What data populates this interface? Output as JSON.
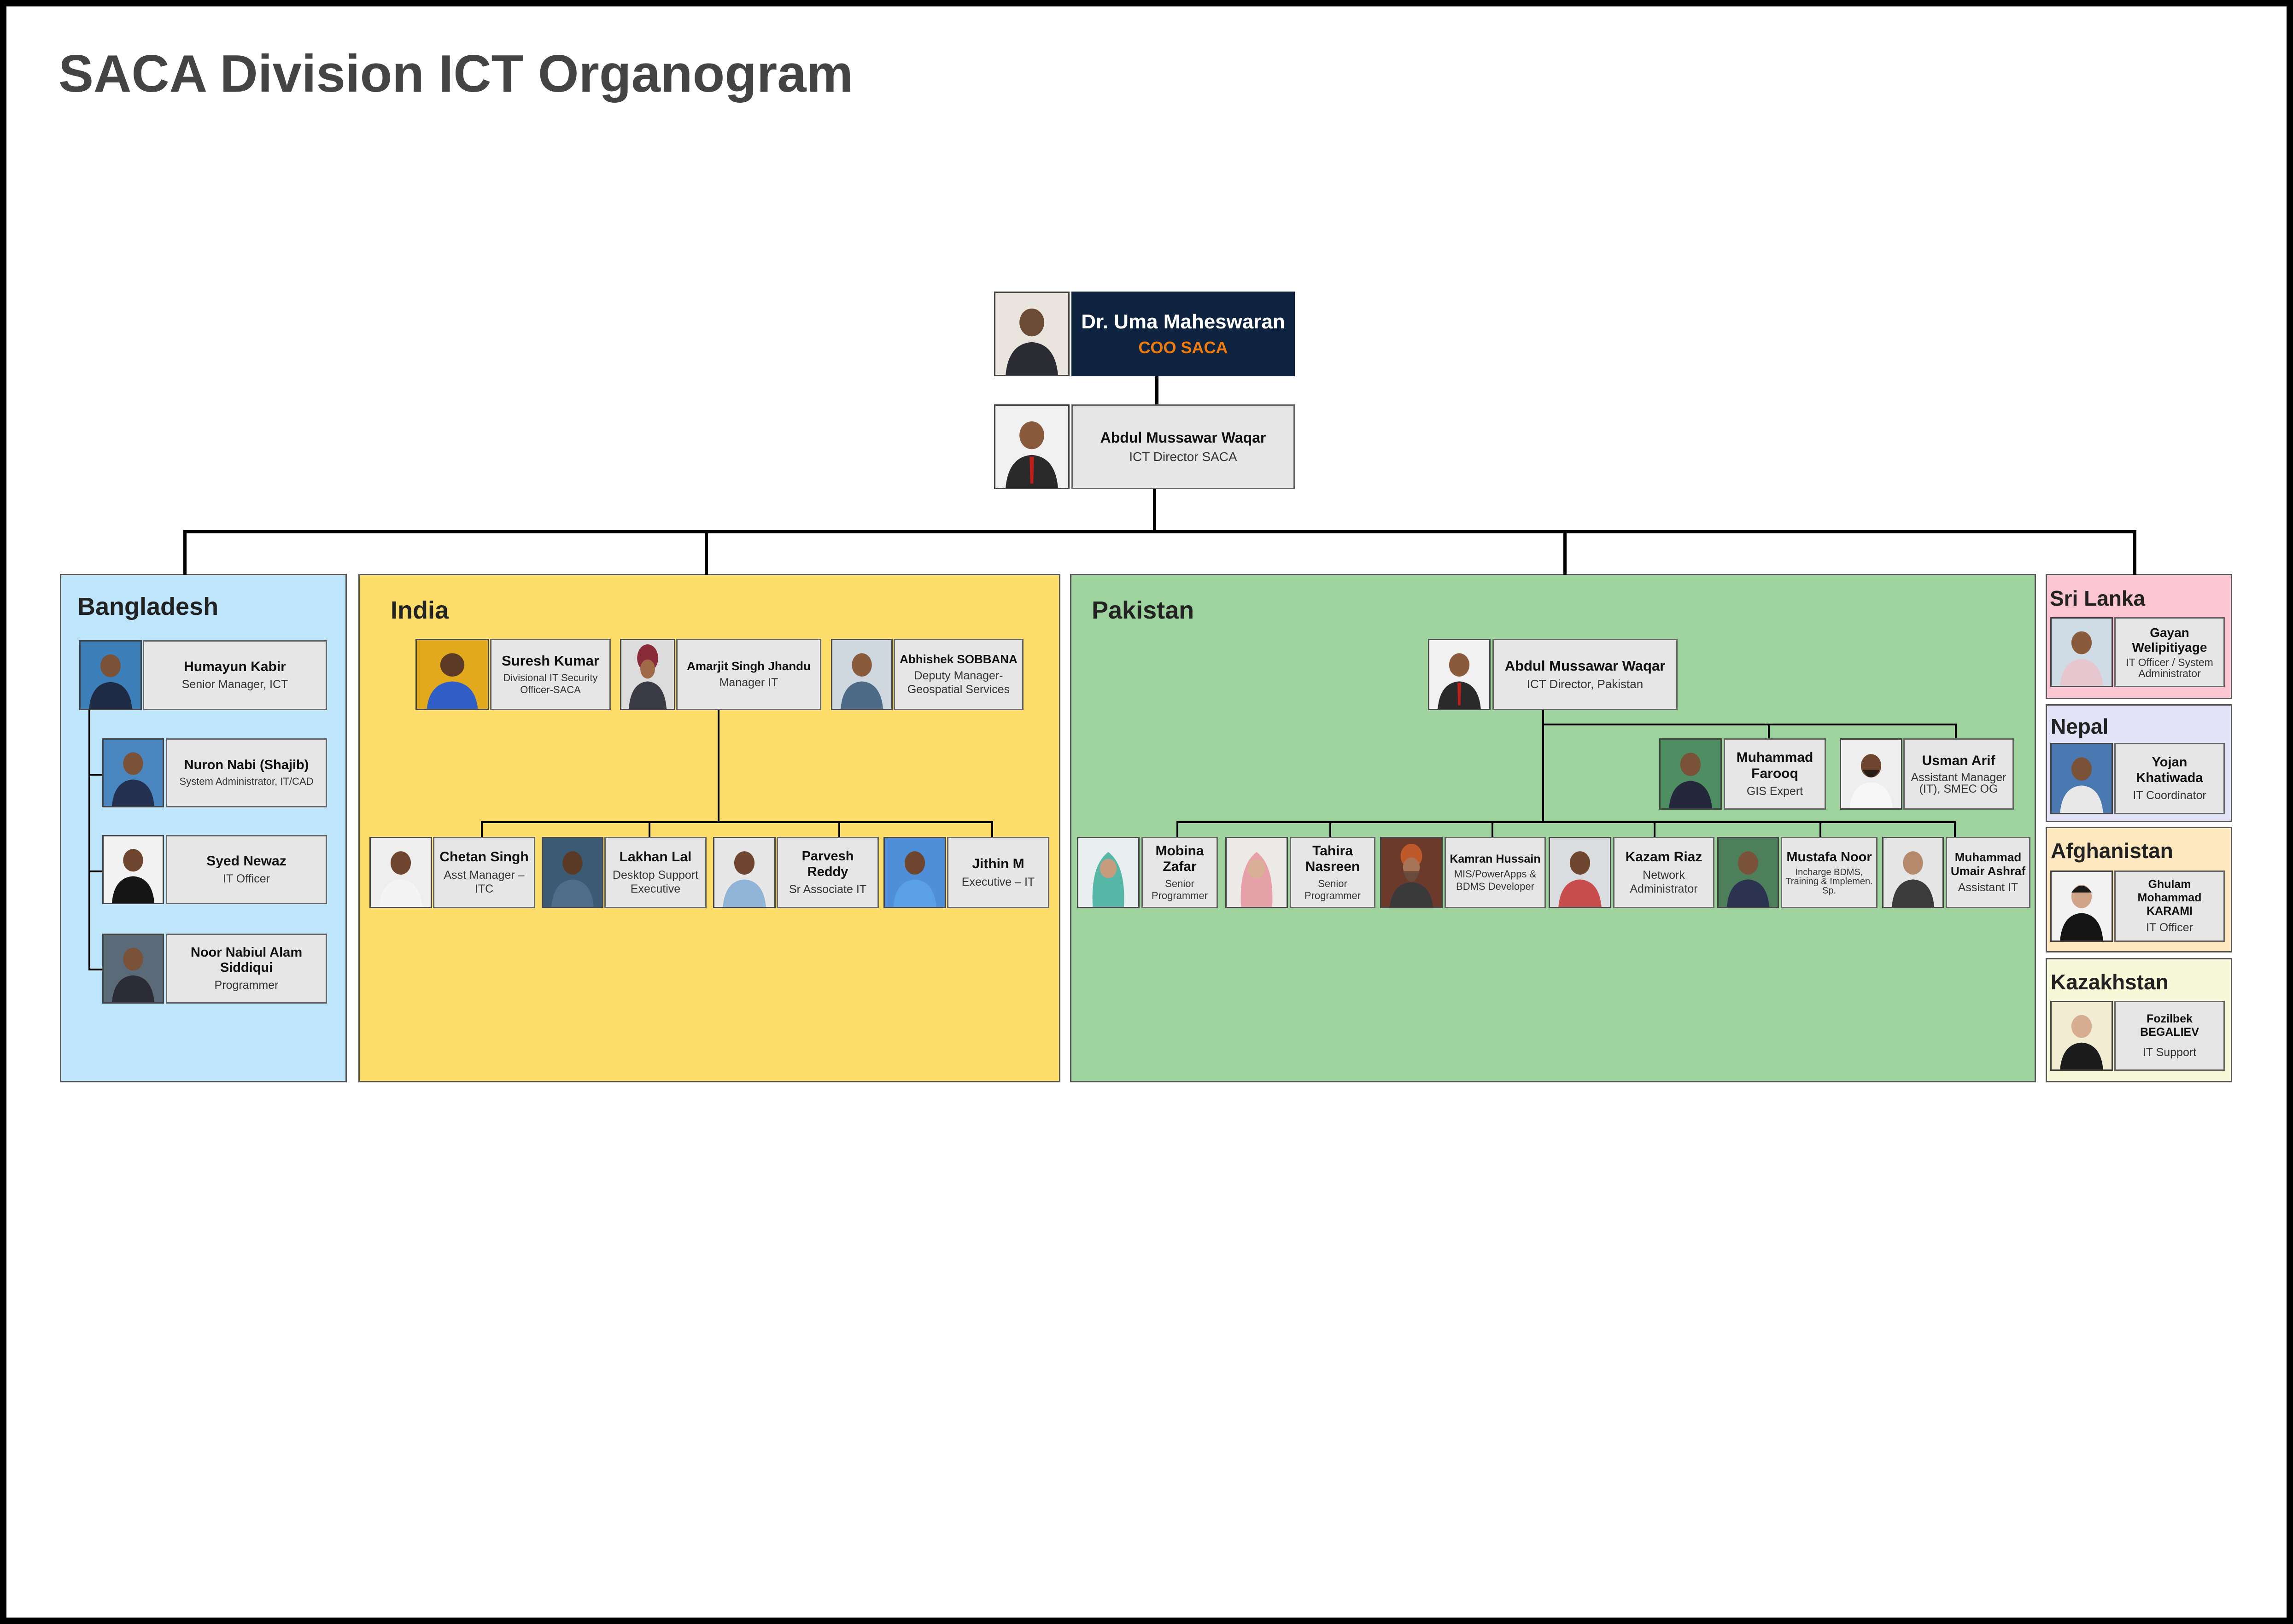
{
  "title": "SACA Division ICT Organogram",
  "colors": {
    "bangladesh": "#bfe5fb",
    "india": "#fdde6a",
    "pakistan": "#9fd39d",
    "srilanka": "#fbc6d1",
    "nepal": "#e3e3f7",
    "afghanistan": "#fde8bf",
    "kazakhstan": "#f7f8d8",
    "top_card": "#0d2340",
    "accent": "#f07c0e"
  },
  "top": {
    "name": "Dr. Uma Maheswaran",
    "role": "COO SACA"
  },
  "director": {
    "name": "Abdul Mussawar Waqar",
    "role": "ICT Director SACA"
  },
  "regions": {
    "bangladesh": {
      "title": "Bangladesh",
      "people": [
        {
          "name": "Humayun Kabir",
          "role": "Senior Manager, ICT"
        },
        {
          "name": "Nuron Nabi (Shajib)",
          "role": "System Administrator, IT/CAD"
        },
        {
          "name": "Syed Newaz",
          "role": "IT Officer"
        },
        {
          "name": "Noor Nabiul Alam Siddiqui",
          "role": "Programmer"
        }
      ]
    },
    "india": {
      "title": "India",
      "people": [
        {
          "name": "Suresh Kumar",
          "role": "Divisional IT Security Officer-SACA"
        },
        {
          "name": "Amarjit Singh Jhandu",
          "role": "Manager IT"
        },
        {
          "name": "Abhishek SOBBANA",
          "role": "Deputy Manager-Geospatial Services"
        },
        {
          "name": "Chetan Singh",
          "role": "Asst Manager – ITC"
        },
        {
          "name": "Lakhan Lal",
          "role": "Desktop Support Executive"
        },
        {
          "name": "Parvesh Reddy",
          "role": "Sr Associate IT"
        },
        {
          "name": "Jithin M",
          "role": "Executive – IT"
        }
      ]
    },
    "pakistan": {
      "title": "Pakistan",
      "people": [
        {
          "name": "Abdul Mussawar Waqar",
          "role": "ICT Director, Pakistan"
        },
        {
          "name": "Muhammad Farooq",
          "role": "GIS Expert"
        },
        {
          "name": "Usman Arif",
          "role": "Assistant Manager (IT), SMEC OG"
        },
        {
          "name": "Mobina Zafar",
          "role": "Senior Programmer"
        },
        {
          "name": "Tahira Nasreen",
          "role": "Senior Programmer"
        },
        {
          "name": "Kamran Hussain",
          "role": "MIS/PowerApps & BDMS Developer"
        },
        {
          "name": "Kazam Riaz",
          "role": "Network Administrator"
        },
        {
          "name": "Mustafa Noor",
          "role": "Incharge BDMS, Training & Implemen. Sp."
        },
        {
          "name": "Muhammad Umair Ashraf",
          "role": "Assistant IT"
        }
      ]
    },
    "srilanka": {
      "title": "Sri Lanka",
      "people": [
        {
          "name": "Gayan Welipitiyage",
          "role": "IT Officer / System Administrator"
        }
      ]
    },
    "nepal": {
      "title": "Nepal",
      "people": [
        {
          "name": "Yojan Khatiwada",
          "role": "IT Coordinator"
        }
      ]
    },
    "afghanistan": {
      "title": "Afghanistan",
      "people": [
        {
          "name": "Ghulam Mohammad KARAMI",
          "role": "IT Officer"
        }
      ]
    },
    "kazakhstan": {
      "title": "Kazakhstan",
      "people": [
        {
          "name": "Fozilbek BEGALIEV",
          "role": "IT Support"
        }
      ]
    }
  }
}
